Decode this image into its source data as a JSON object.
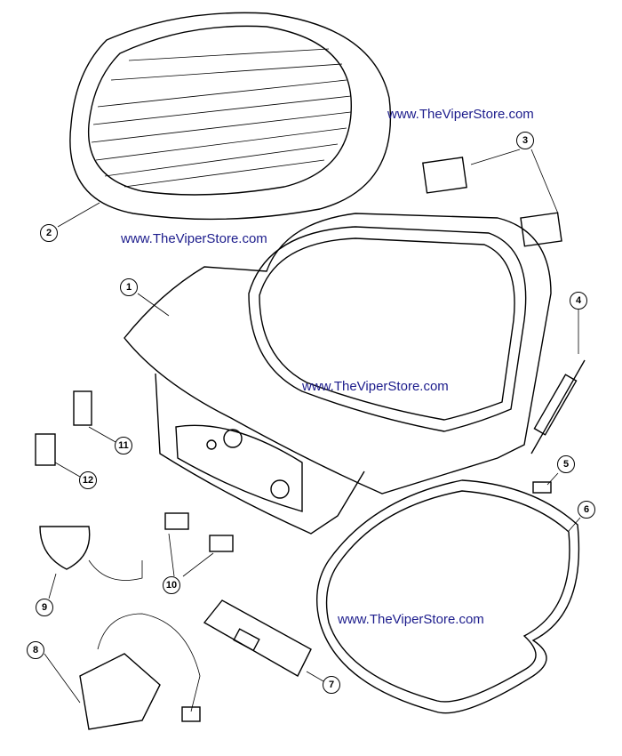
{
  "watermarks": [
    "www.TheViperStore.com",
    "www.TheViperStore.com",
    "www.TheViperStore.com",
    "www.TheViperStore.com"
  ],
  "callouts": [
    "1",
    "2",
    "3",
    "4",
    "5",
    "6",
    "7",
    "8",
    "9",
    "10",
    "11",
    "12"
  ],
  "colors": {
    "watermark": "#1c1c8c",
    "line": "#000000"
  }
}
